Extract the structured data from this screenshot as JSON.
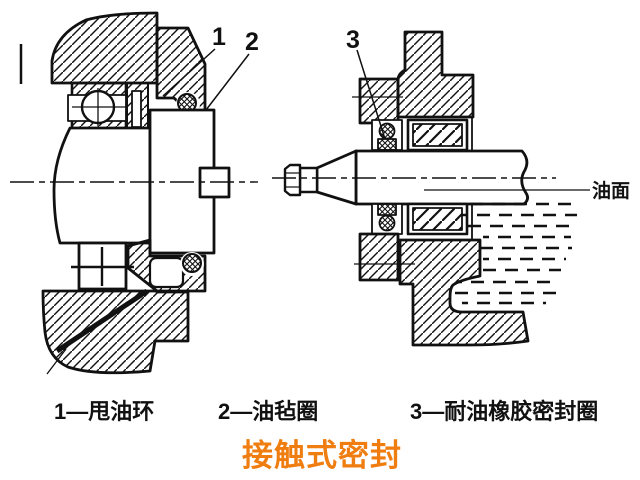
{
  "figure": {
    "title": "接触式密封",
    "colors": {
      "title": "#ef7d0f",
      "ink": "#111111",
      "background": "#ffffff"
    },
    "callouts": {
      "part1": "1",
      "part2": "2",
      "part3": "3"
    },
    "oil_surface_label": "油面",
    "captions": [
      "1—甩油环",
      "2—油毡圈",
      "3—耐油橡胶密封圈"
    ]
  }
}
